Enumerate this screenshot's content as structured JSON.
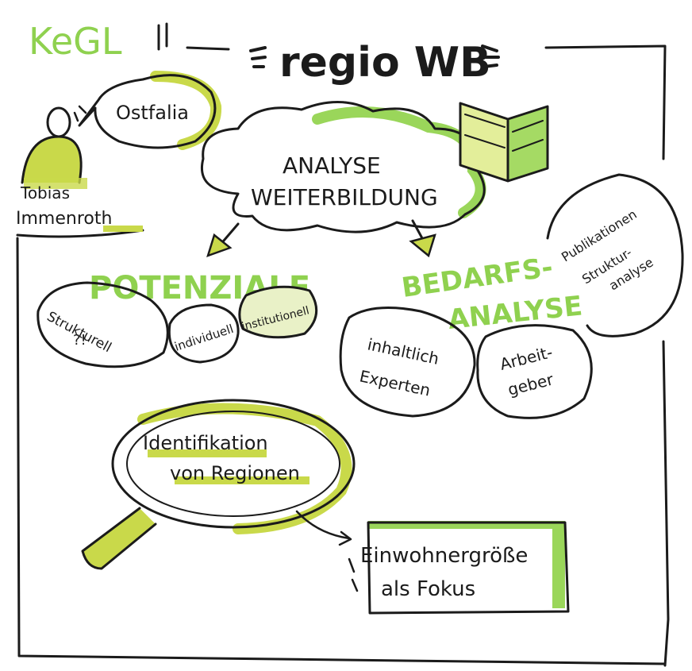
{
  "brand": "KeGL",
  "title": "regio WB",
  "cloud_text": [
    "ANALYSE",
    "WEITERBILDUNG"
  ],
  "institution": "Ostfalia",
  "person": [
    "Tobias",
    "Immenroth"
  ],
  "potenziale": {
    "heading": "POTENZIALE",
    "items": [
      {
        "lines": [
          "Strukturell",
          "?!"
        ]
      },
      {
        "lines": [
          "individuell"
        ]
      },
      {
        "lines": [
          "institutionell"
        ]
      }
    ]
  },
  "bedarfsanalyse": {
    "heading": [
      "BEDARFS-",
      "ANALYSE"
    ],
    "items": [
      {
        "lines": [
          "inhaltlich",
          "Experten"
        ]
      },
      {
        "lines": [
          "Arbeit-",
          "geber"
        ]
      },
      {
        "lines": [
          "Publikationen",
          "Struktur-",
          "analyse"
        ]
      }
    ]
  },
  "magnifier_text": [
    "Identifikation",
    "von Regionen"
  ],
  "focus_box": [
    "Einwohnergröße",
    "als Fokus"
  ],
  "colors": {
    "ink": "#1b1b1b",
    "green": "#8fd14f",
    "yellow_green": "#c9d94a"
  },
  "icons": [
    "person-icon",
    "book-icon",
    "magnifier-icon",
    "arrow-icon"
  ]
}
